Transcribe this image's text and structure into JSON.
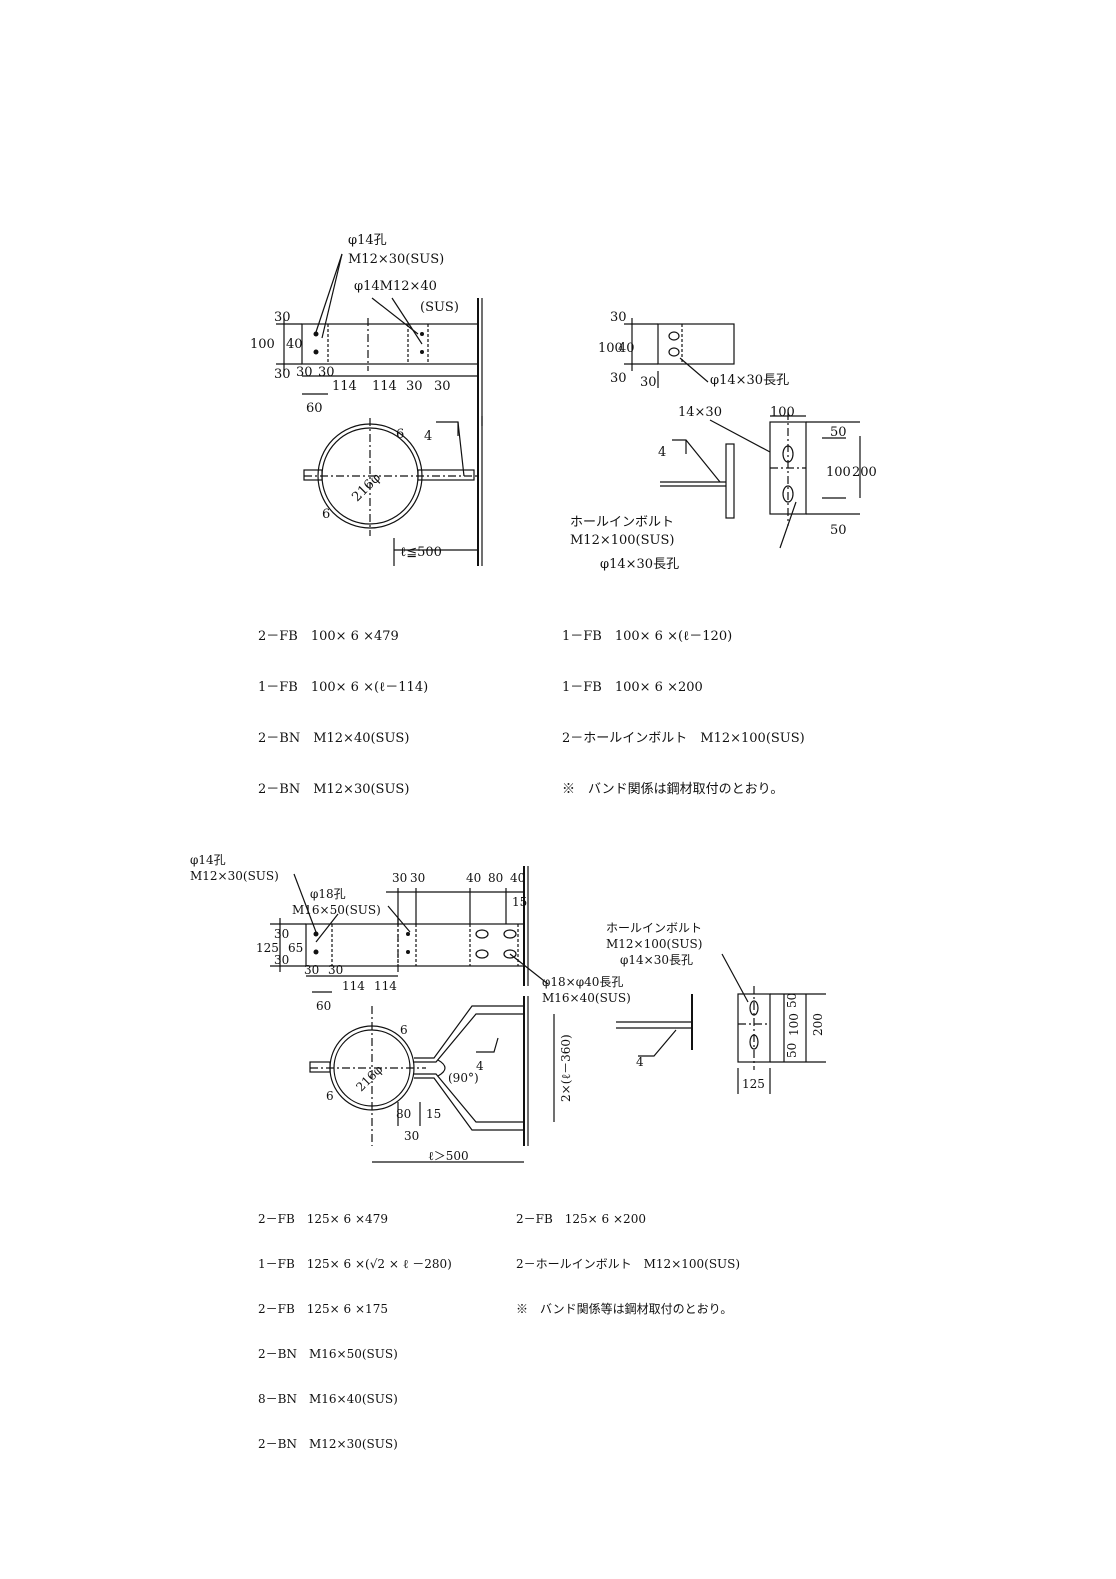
{
  "sections": [
    {
      "heading": "",
      "figure_number": "",
      "left_subtitle": "",
      "right_subtitle": "",
      "left_caption": "",
      "right_caption": "",
      "left_labels": {
        "hole_label": "φ14孔",
        "bolt1": "M12×30(SUS)",
        "bolt2": "φ14M12×40",
        "bolt2_sus": "(SUS)",
        "d100": "100",
        "d30a": "30",
        "d40": "40",
        "d30b": "30",
        "d30c": "30",
        "d30d": "30",
        "d114a": "114",
        "d114b": "114",
        "d30e": "30",
        "d30f": "30",
        "d60": "60",
        "diam": "216φ",
        "t6a": "6",
        "t6b": "6",
        "weld4": "4",
        "len": "ℓ≦500"
      },
      "right_labels": {
        "d30a": "30",
        "d100": "100",
        "d40": "40",
        "d30b": "30",
        "d30c": "30",
        "slot": "φ14×30長孔",
        "slot2": "14×30",
        "w100": "100",
        "h50a": "50",
        "h100": "100",
        "h200": "200",
        "h50b": "50",
        "weld4": "4",
        "anchor": "ホールインボルト",
        "anchor_spec": "M12×100(SUS)",
        "slot3": "φ14×30長孔"
      },
      "left_parts": [
        "2－FB　100× 6 ×479",
        "1－FB　100× 6 ×(ℓ－114)",
        "2－BN　M12×40(SUS)",
        "2－BN　M12×30(SUS)"
      ],
      "right_parts": [
        "1－FB　100× 6 ×(ℓ－120)",
        "1－FB　100× 6 ×200",
        "2－ホールインボルト　M12×100(SUS)",
        "※　バンド関係は鋼材取付のとおり。"
      ]
    },
    {
      "heading": "",
      "figure_number": "",
      "left_subtitle": "",
      "right_subtitle": "",
      "left_caption": "",
      "right_caption": "",
      "left_labels": {
        "hole_label": "φ14孔",
        "bolt1": "M12×30(SUS)",
        "hole18": "φ18孔",
        "bolt16": "M16×50(SUS)",
        "t30a": "30",
        "t30b": "30",
        "t40": "40",
        "t80": "80",
        "t40b": "40",
        "t15": "15",
        "d125": "125",
        "d30a": "30",
        "d65": "65",
        "d30b": "30",
        "d30c": "30",
        "d30d": "30",
        "d114a": "114",
        "d114b": "114",
        "d60": "60",
        "slot": "φ18×φ40長孔",
        "bolt40": "M16×40(SUS)",
        "diam": "216φ",
        "t6a": "6",
        "t6b": "6",
        "weld4": "4",
        "angle": "(90°)",
        "d80": "80",
        "d15": "15",
        "d30e": "30",
        "vert": "2×(ℓ－360)",
        "len": "ℓ＞500"
      },
      "right_labels": {
        "anchor": "ホールインボルト",
        "anchor_spec": "M12×100(SUS)",
        "slot": "φ14×30長孔",
        "h50a": "50",
        "h100": "100",
        "h200": "200",
        "h50b": "50",
        "w125": "125",
        "weld4": "4"
      },
      "left_parts": [
        "2－FB　125× 6 ×479",
        "1－FB　125× 6 ×(√2 × ℓ －280)",
        "2－FB　125× 6 ×175",
        "2－BN　M16×50(SUS)",
        "8－BN　M16×40(SUS)",
        "2－BN　M12×30(SUS)"
      ],
      "right_parts": [
        "2－FB　125× 6 ×200",
        "2－ホールインボルト　M12×100(SUS)",
        "※　バンド関係等は鋼材取付のとおり。"
      ]
    }
  ],
  "page_number": ""
}
